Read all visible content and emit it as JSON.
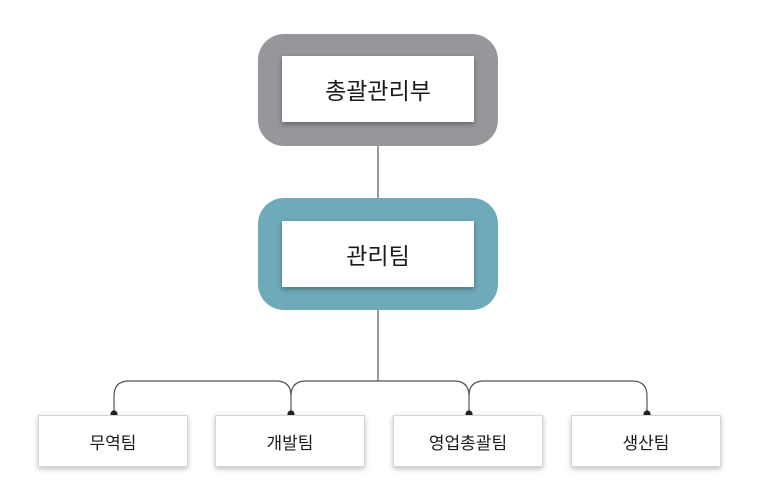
{
  "org_chart": {
    "top": {
      "label": "총괄관리부"
    },
    "middle": {
      "label": "관리팀"
    },
    "teams": [
      {
        "label": "무역팀"
      },
      {
        "label": "개발팀"
      },
      {
        "label": "영업총괄팀"
      },
      {
        "label": "생산팀"
      }
    ]
  },
  "colors": {
    "top_frame": "#97979b",
    "middle_frame": "#6eaab9",
    "connector": "#555555",
    "node_dot": "#222222"
  }
}
